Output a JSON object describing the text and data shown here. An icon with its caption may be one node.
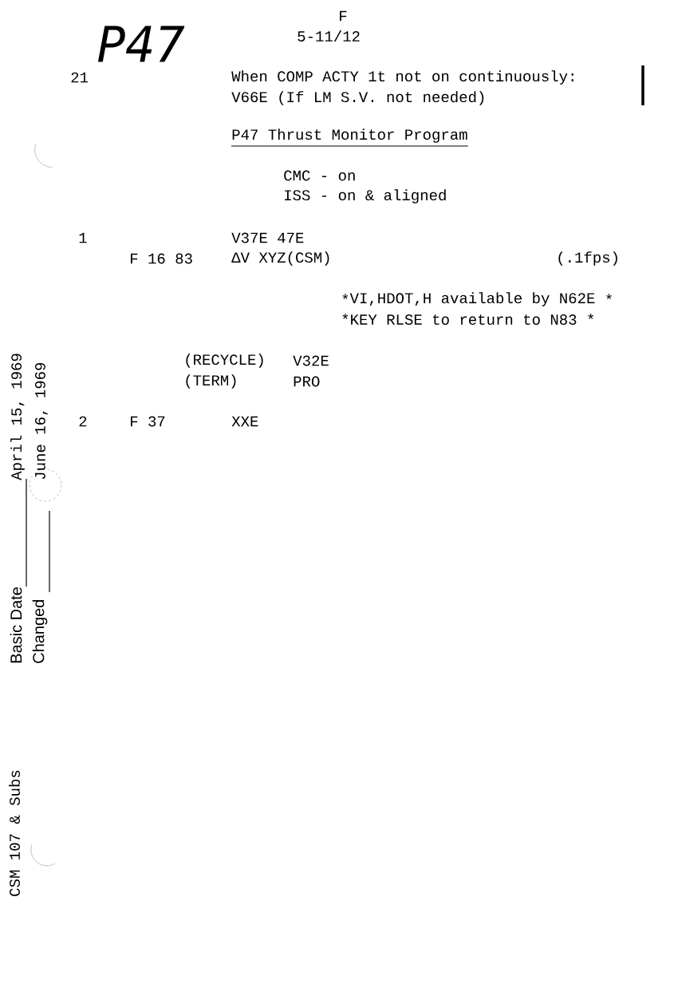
{
  "diagram": {
    "labels": [
      "P47",
      "F",
      "5-11/12",
      "21",
      "When COMP ACTY 1t not on continuously:",
      "V66E (If LM S.V. not needed)",
      "P47 Thrust Monitor Program",
      "CMC - on",
      "ISS - on & aligned",
      "1",
      "V37E 47E",
      "F 16 83",
      "ΔV XYZ(CSM)",
      "(.1fps)",
      "*",
      "VI,HDOT,H available by N62E",
      "*",
      "*KEY RLSE to return to N83 *",
      "(RECYCLE)",
      "V32E",
      "(TERM)",
      "PRO",
      "2",
      "F 37",
      "XXE",
      "Basic Date",
      "April 15, 1969",
      "Changed",
      "June 16, 1969",
      "CSM 107 & Subs"
    ]
  }
}
